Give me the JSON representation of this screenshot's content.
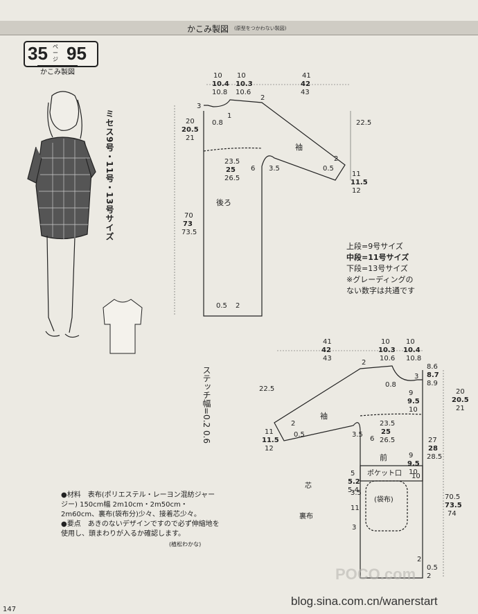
{
  "header": {
    "title": "かこみ製図",
    "subtitle": "(原型をつかわない製図)"
  },
  "page_ref": {
    "number": "35",
    "unit": "ページ",
    "item": "95",
    "label": "かこみ製図"
  },
  "sizes_label": "ミセス9号・11号・13号サイズ",
  "legend": {
    "line1": "上段=9号サイズ",
    "line2": "中段=11号サイズ",
    "line3": "下段=13号サイズ",
    "line4": "※グレーディングの",
    "line5": "ない数字は共通です"
  },
  "back_pattern": {
    "label_back": "後ろ",
    "label_sleeve": "袖",
    "neck_w": [
      "10",
      "10.4",
      "10.8"
    ],
    "shoulder_w": [
      "10",
      "10.3",
      "10.6"
    ],
    "sleeve_w": [
      "41",
      "42",
      "43"
    ],
    "armhole": [
      "20",
      "20.5",
      "21"
    ],
    "bust": [
      "23.5",
      "25",
      "26.5"
    ],
    "length": [
      "70",
      "73",
      "73.5"
    ],
    "cuff": [
      "11",
      "11.5",
      "12"
    ],
    "dims": [
      "3",
      "0.8",
      "1",
      "2",
      "22.5",
      "2",
      "0.5",
      "6",
      "3.5",
      "0.5",
      "2"
    ]
  },
  "front_pattern": {
    "label_front": "前",
    "label_sleeve": "袖",
    "label_pocket_mouth": "ポケット口",
    "label_pocket_bag": "(袋布)",
    "label_interfacing": "芯",
    "label_lining": "裏布",
    "sleeve_w": [
      "41",
      "42",
      "43"
    ],
    "shoulder_w": [
      "10",
      "10.3",
      "10.6"
    ],
    "neck_w": [
      "10",
      "10.4",
      "10.8"
    ],
    "neck_d": [
      "8.6",
      "8.7",
      "8.9"
    ],
    "armhole": [
      "20",
      "20.5",
      "21"
    ],
    "yoke": [
      "9",
      "9.5",
      "10"
    ],
    "yoke2": [
      "9",
      "9.5",
      "10"
    ],
    "bust": [
      "23.5",
      "25",
      "26.5"
    ],
    "side": [
      "27",
      "28",
      "28.5"
    ],
    "pocket": [
      "5",
      "5.2",
      "5.4"
    ],
    "length": [
      "70.5",
      "73.5",
      "74"
    ],
    "cuff": [
      "11",
      "11.5",
      "12"
    ],
    "dims": [
      "2",
      "0.8",
      "3",
      "22.5",
      "2",
      "0.5",
      "3.5",
      "6",
      "10",
      "3.5",
      "11",
      "3",
      "2",
      "0.5",
      "2"
    ]
  },
  "stitch_label": "ステッチ幅=0.2 0.6",
  "materials": {
    "line1": "●材料　表布(ポリエステル・レーヨン混紡ジャージー) 150cm幅 2m10cm・2m50cm・2m60cm、裏布(袋布分)少々、接着芯少々。",
    "line2": "●要点　あきのないデザインですので必ず伸縮地を使用し、頭まわりが入るか確認します。",
    "author": "(植松わかな)"
  },
  "page_number": "147",
  "watermark": {
    "url": "blog.sina.com.cn/wanerstart",
    "logo": "POCO.com"
  }
}
